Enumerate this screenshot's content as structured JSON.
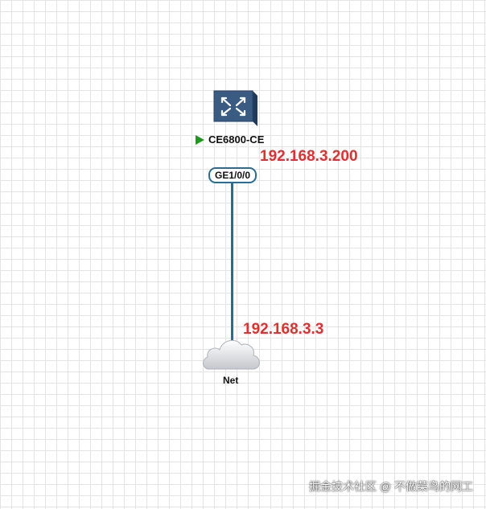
{
  "devices": {
    "switch": {
      "name": "CE6800-CE",
      "ip": "192.168.3.200",
      "icon": "switch-icon",
      "status_icon": "play-icon",
      "status_color": "#1d9a1d"
    },
    "cloud": {
      "name": "Net",
      "ip": "192.168.3.3",
      "icon": "cloud-icon"
    }
  },
  "link": {
    "port": "GE1/0/0",
    "color": "#1f6f9c"
  },
  "colors": {
    "ip_label": "#e03030",
    "device_body": "#3a5b82"
  },
  "watermark": "掘金技术社区 @ 不做菜鸟的网工"
}
